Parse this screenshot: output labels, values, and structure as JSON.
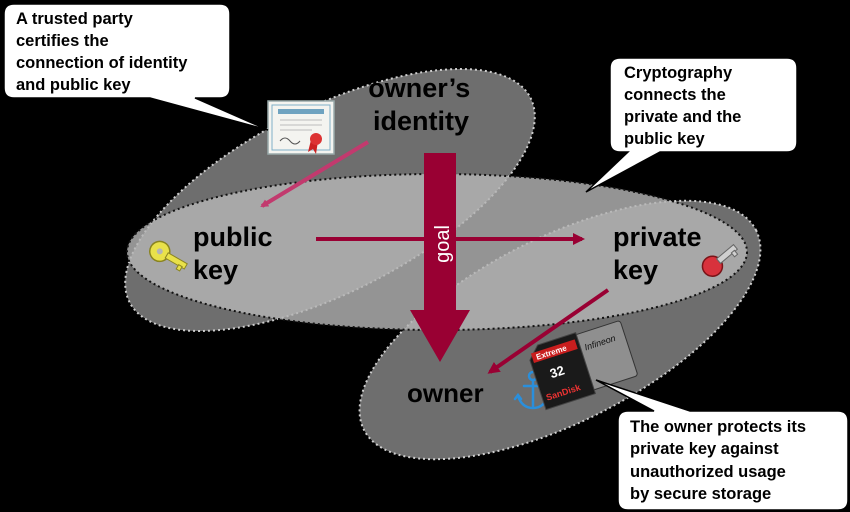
{
  "nodes": {
    "owners_identity": [
      "owner’s",
      "identity"
    ],
    "public_key": [
      "public",
      "key"
    ],
    "private_key": [
      "private",
      "key"
    ],
    "owner": "owner"
  },
  "arrow_label": "goal",
  "callouts": {
    "trusted_party": [
      "A trusted party",
      "certifies the",
      "connection of identity",
      "and public key"
    ],
    "cryptography": [
      "Cryptography",
      "connects the",
      "private and the",
      "public key"
    ],
    "owner_protects": [
      "The owner protects its",
      "private key against",
      "unauthorized usage",
      "by secure storage"
    ]
  },
  "sdcard": {
    "brand": "SanDisk",
    "line": "Extreme",
    "capacity": "32",
    "chip": "Infineon"
  },
  "colors": {
    "background": "#000000",
    "ellipse_dark": "#6e6e6e",
    "ellipse_light": "#b4b4b4",
    "arrow": "#990033",
    "arrow_thin": "#c23a6e",
    "public_key_icon": "#e9e14a",
    "private_key_icon": "#d8323c",
    "anchor": "#2a8fdc"
  },
  "icons": [
    "certificate-icon",
    "public-key-icon",
    "private-key-icon",
    "anchor-icon",
    "sd-card-icon"
  ]
}
